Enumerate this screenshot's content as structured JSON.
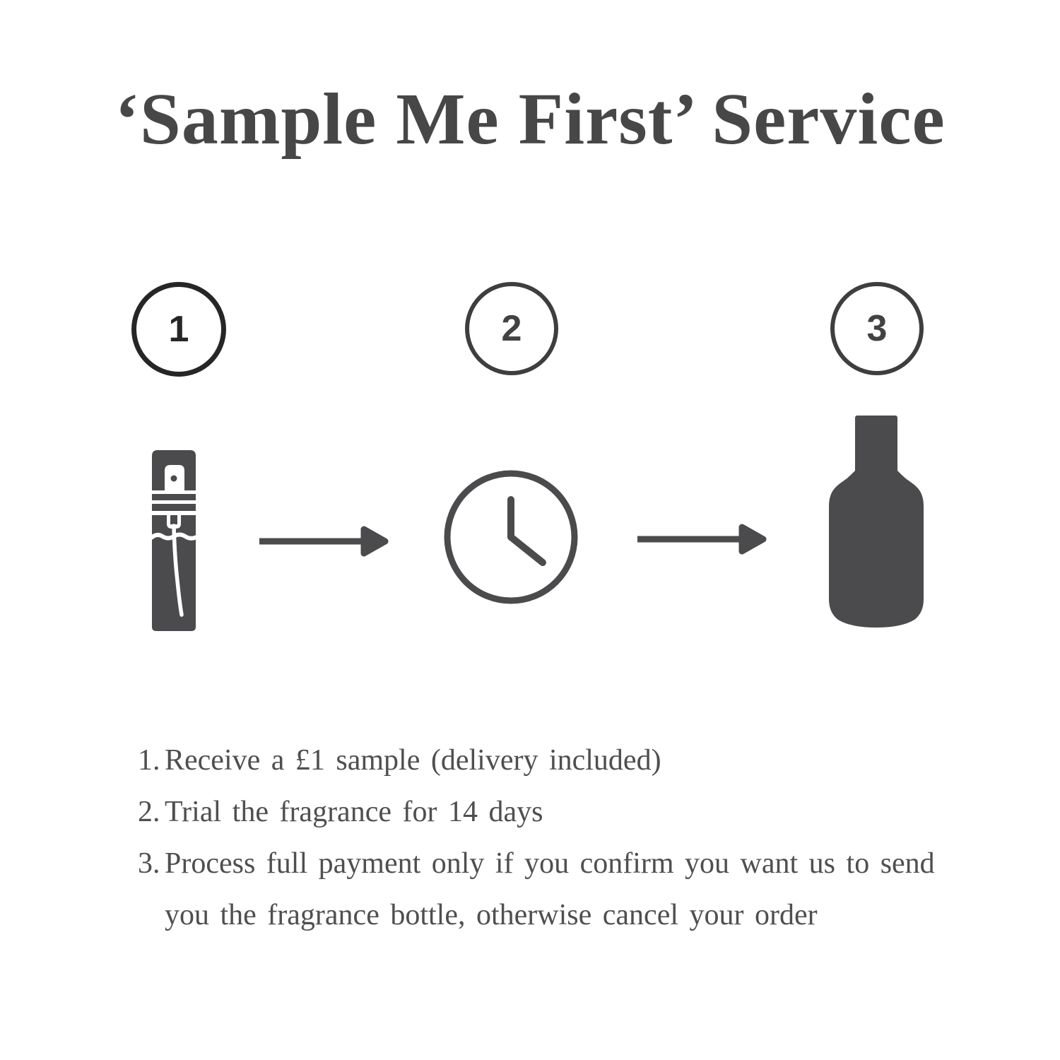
{
  "title": "‘Sample Me First’ Service",
  "colors": {
    "background": "#ffffff",
    "title_text": "#474747",
    "icon_fill": "#4b4b4d",
    "circle_stroke_first": "#262626",
    "circle_stroke_rest": "#3e3e3e",
    "body_text": "#4f4f4f"
  },
  "steps": [
    {
      "number": "1",
      "icon": "sample-vial"
    },
    {
      "number": "2",
      "icon": "clock"
    },
    {
      "number": "3",
      "icon": "fragrance-bottle"
    }
  ],
  "instructions": [
    {
      "number": "1.",
      "text": "Receive a £1 sample (delivery included)"
    },
    {
      "number": "2.",
      "text": "Trial the fragrance for 14 days"
    },
    {
      "number": "3.",
      "text": "Process full payment only if you confirm you want us to send you the fragrance bottle, otherwise cancel your order"
    }
  ]
}
